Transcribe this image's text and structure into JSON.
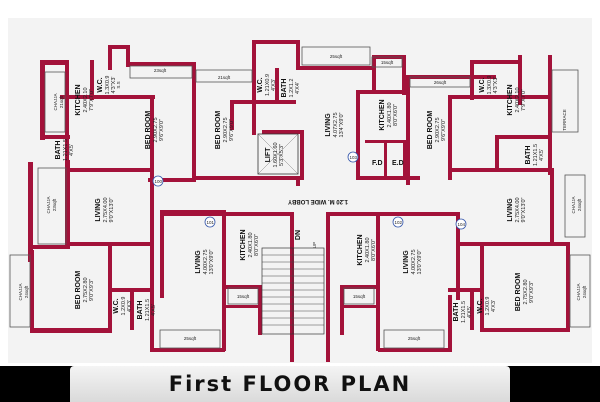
{
  "title": "First FLOOR PLAN",
  "lobby": "1.20 M. WIDE LOBBY",
  "labels": {
    "bedroom": "BED ROOM",
    "living": "LIVING",
    "kitchen": "KITCHEN",
    "bath": "BATH",
    "wc": "W.C.",
    "lift": "LIFT",
    "chajja": "CHAJJA",
    "terrace": "TERRACE",
    "ss": "S.S",
    "fd": "F.D",
    "ed": "E.D",
    "dn": "DN",
    "up": "UP"
  },
  "dims": {
    "bed_290_275": "2.90X2.75",
    "bed_290_275_i": "9'6\"X9'0\"",
    "bed_275_280": "2.75X2.80",
    "bed_275_280_i": "9'0\"X9'3\"",
    "living_407_275": "4.07X2.75",
    "living_407_275_i": "13'4\"X9'0\"",
    "living_275_400": "2.75X4.00",
    "living_275_400_i": "9'0\"X13'0\"",
    "living_400_275": "4.00X2.75",
    "living_400_275_i": "13'0\"X9'0\"",
    "kit_240_180": "2.40X1.80",
    "kit_240_180_i": "8'0\"X6'0\"",
    "kit_240_210": "2.40X2.10",
    "kit_240_210_i": "7'9\"X7'0\"",
    "bath_121_15": "1.21X1.5",
    "bath_121_15_i": "4'X5'",
    "bath_121_15_b": "1.21X1.5",
    "bath_121_15_bi": "4'X5'",
    "wc_13_09": "1.3X0.9",
    "wc_13_09_i": "4'3\"X3'",
    "wc_121_09": "1.21X0.9",
    "wc_121_09_i": "4'X3'",
    "wc_12_09": "1.2X0.9",
    "wc_12_09_i": "4'X3'",
    "bath_12_12": "1.2X1.2",
    "bath_12_12_i": "4'X4'",
    "bath_121_15c": "1.21X1.5",
    "bath_121_15c_i": "4'X5'",
    "lift_dim": "1.60X1.60",
    "lift_dim_i": "5'3\"X5'3\"",
    "sqft_13": "13sqft",
    "sqft_15": "15sqft",
    "sqft_21": "21sqft",
    "sqft_23": "23sqft",
    "sqft_24": "24sqft",
    "sqft_25": "25sqft",
    "sqft_26": "26sqft"
  },
  "door_tags": {
    "d100": "100",
    "d101": "101",
    "d102": "102",
    "d103": "103",
    "d104": "104",
    "d105": "105"
  },
  "colors": {
    "wall": "#a3123a",
    "paper": "#ffffff",
    "background": "#000000"
  }
}
